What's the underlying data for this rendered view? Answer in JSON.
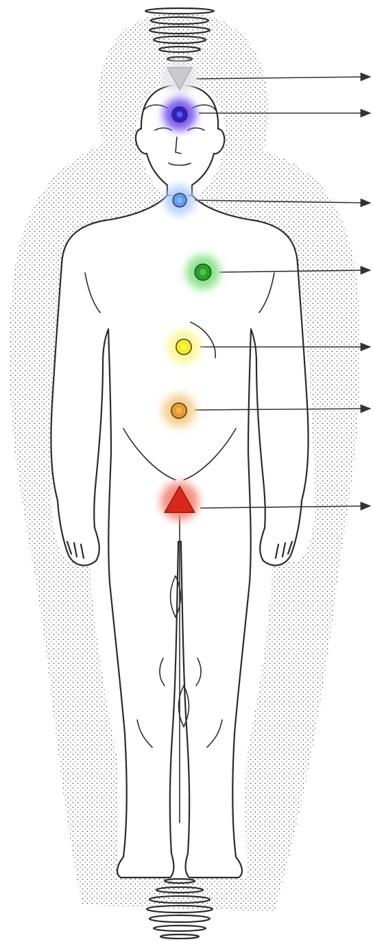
{
  "colors": {
    "background": "#ffffff",
    "outline": "#2a2a2a",
    "aura_dots": "#444444",
    "arrow": "#333333"
  },
  "markers": [
    {
      "name": "crown-marker",
      "shape": "triangle-down",
      "color": "#c9c9cf",
      "glow": "#e6e6ea"
    },
    {
      "name": "third-eye-marker",
      "shape": "circle",
      "color": "#2d1fd0",
      "glow": "#7d5cf0"
    },
    {
      "name": "throat-marker",
      "shape": "circle",
      "color": "#5f9cf5",
      "glow": "#b6d2fb"
    },
    {
      "name": "heart-marker",
      "shape": "circle",
      "color": "#1fa81f",
      "glow": "#8de38d"
    },
    {
      "name": "solar-plexus-marker",
      "shape": "circle",
      "color": "#f4ec1c",
      "glow": "#fbf79a"
    },
    {
      "name": "sacral-marker",
      "shape": "circle",
      "color": "#e89a2a",
      "glow": "#f7cf8e"
    },
    {
      "name": "root-marker",
      "shape": "triangle-up",
      "color": "#d8281c",
      "glow": "#f5907f"
    }
  ]
}
